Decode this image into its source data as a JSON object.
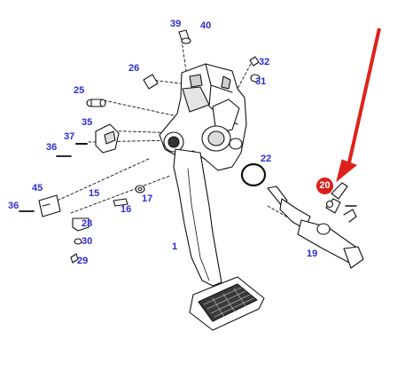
{
  "colors": {
    "label": "#2b2bd0",
    "highlight": "#d9211c",
    "line": "#111111"
  },
  "highlighted_part": "20",
  "callouts": {
    "p1": "1",
    "p15": "15",
    "p16": "16",
    "p17": "17",
    "p19": "19",
    "p20": "20",
    "p22": "22",
    "p25": "25",
    "p26": "26",
    "p28": "28",
    "p29": "29",
    "p30": "30",
    "p31": "31",
    "p32": "32",
    "p35": "35",
    "p36a": "36",
    "p36b": "36",
    "p37": "37",
    "p39": "39",
    "p40": "40",
    "p45": "45"
  }
}
